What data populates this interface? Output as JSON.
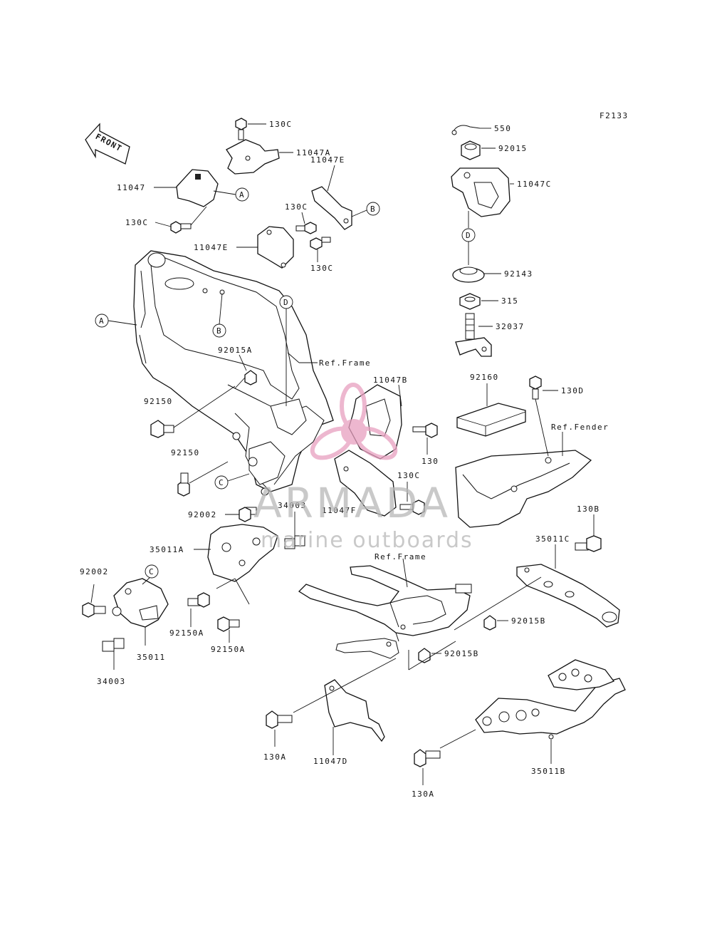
{
  "diagram_code": "F2133",
  "front_label": "FRONT",
  "callouts": [
    "A",
    "B",
    "C",
    "D"
  ],
  "ref_labels": {
    "frame_top": "Ref.Frame",
    "frame_sub": "Ref.Frame",
    "fender": "Ref.Fender"
  },
  "part_labels": {
    "p130C_top": "130C",
    "p11047A": "11047A",
    "p11047": "11047",
    "p130C_left": "130C",
    "p11047E_right": "11047E",
    "p130C_mid": "130C",
    "p11047E_left": "11047E",
    "p130C_mid2": "130C",
    "p550": "550",
    "p92015": "92015",
    "p11047C": "11047C",
    "p92143": "92143",
    "p315": "315",
    "p32037": "32037",
    "p92015A": "92015A",
    "p11047B": "11047B",
    "p92160": "92160",
    "p130D": "130D",
    "p92150": "92150",
    "p130": "130",
    "p92150_2": "92150",
    "p130C_low": "130C",
    "p92002": "92002",
    "p34003": "34003",
    "p11047F": "11047F",
    "p35011A": "35011A",
    "p130B": "130B",
    "p35011C": "35011C",
    "p92002_2": "92002",
    "p92150A": "92150A",
    "p92150A_2": "92150A",
    "p35011": "35011",
    "p92015B": "92015B",
    "p34003_2": "34003",
    "p92015B_2": "92015B",
    "p130A": "130A",
    "p11047D": "11047D",
    "p35011B": "35011B",
    "p130A_2": "130A"
  },
  "watermark": {
    "brand": "ARMADA",
    "tagline": "marine outboards",
    "color": "#e8a0c0"
  }
}
